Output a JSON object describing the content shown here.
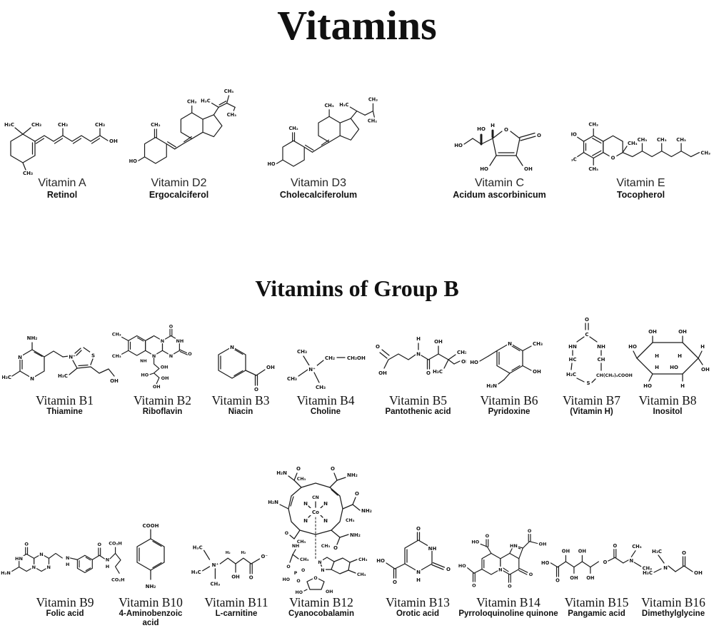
{
  "page": {
    "title": "Vitamins",
    "group_b_title": "Vitamins of Group B"
  },
  "vitamins": {
    "row1": [
      {
        "label": "Vitamin A",
        "chemical": "Retinol"
      },
      {
        "label": "Vitamin D2",
        "chemical": "Ergocalciferol"
      },
      {
        "label": "Vitamin D3",
        "chemical": "Cholecalciferolum"
      },
      {
        "label": "Vitamin C",
        "chemical": "Acidum ascorbinicum"
      },
      {
        "label": "Vitamin E",
        "chemical": "Tocopherol"
      }
    ],
    "row2": [
      {
        "label": "Vitamin B1",
        "chemical": "Thiamine"
      },
      {
        "label": "Vitamin B2",
        "chemical": "Riboflavin"
      },
      {
        "label": "Vitamin B3",
        "chemical": "Niacin"
      },
      {
        "label": "Vitamin B4",
        "chemical": "Choline"
      },
      {
        "label": "Vitamin B5",
        "chemical": "Pantothenic acid"
      },
      {
        "label": "Vitamin B6",
        "chemical": "Pyridoxine"
      },
      {
        "label": "Vitamin B7",
        "chemical": "(Vitamin H)"
      },
      {
        "label": "Vitamin B8",
        "chemical": "Inositol"
      }
    ],
    "row3": [
      {
        "label": "Vitamin B9",
        "chemical": "Folic acid"
      },
      {
        "label": "Vitamin B10",
        "chemical": "4-Aminobenzoic acid"
      },
      {
        "label": "Vitamin B11",
        "chemical": "L-carnitine"
      },
      {
        "label": "Vitamin B12",
        "chemical": "Cyanocobalamin"
      },
      {
        "label": "Vitamin B13",
        "chemical": "Orotic acid"
      },
      {
        "label": "Vitamin B14",
        "chemical": "Pyrroloquinoline quinone"
      },
      {
        "label": "Vitamin B15",
        "chemical": "Pangamic acid"
      },
      {
        "label": "Vitamin B16",
        "chemical": "Dimethylglycine"
      }
    ]
  },
  "colors": {
    "ink": "#1c1c1c",
    "background": "#ffffff"
  }
}
